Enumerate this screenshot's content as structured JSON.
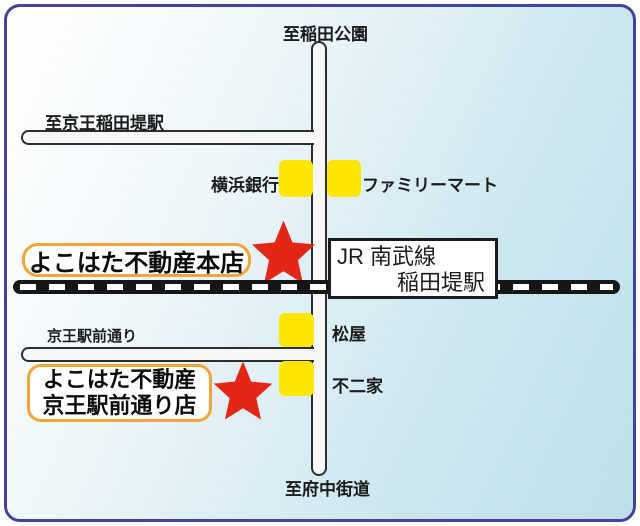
{
  "map": {
    "destinations": {
      "top": "至稲田公園",
      "left": "至京王稲田堤駅",
      "bottom": "至府中街道"
    },
    "roads": {
      "keio_ekimae_dori": "京王駅前通り"
    },
    "landmarks": {
      "yokohama_bank": "横浜銀行",
      "familymart": "ファミリーマート",
      "matsuya": "松屋",
      "fujiya": "不二家"
    },
    "station": {
      "line": "JR 南武線",
      "name": "稲田堤駅"
    },
    "stores": {
      "honten": {
        "label": "よこはた不動産本店"
      },
      "ekimae": {
        "line1": "よこはた不動産",
        "line2": "京王駅前通り店"
      }
    },
    "colors": {
      "star": "#e42617",
      "building": "#ffe600",
      "store_label_border": "#f3a53a",
      "frame_border": "#44439b",
      "railway": "#161616",
      "road_outline": "#2d2d2d"
    }
  }
}
